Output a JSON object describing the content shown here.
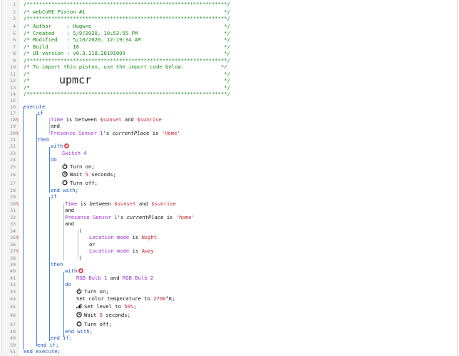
{
  "editor": {
    "lines": [
      {
        "n": "1",
        "text": "/*****************************************************************/"
      },
      {
        "n": "2",
        "text": "/* webCoRE Piston #1                                             */"
      },
      {
        "n": "3",
        "text": "/*****************************************************************/"
      },
      {
        "n": "4",
        "text": "/* Author     : Hugw<e                                           */"
      },
      {
        "n": "5",
        "text": "/* Created    : 5/9/2020, 10:53:55 PM                            */"
      },
      {
        "n": "6",
        "text": "/* Modified   : 5/10/2020, 12:19:34 AM                           */"
      },
      {
        "n": "7",
        "text": "/* Build      : 18                                               */"
      },
      {
        "n": "8",
        "text": "/* UI version : v0.3.110.20191009                                */"
      },
      {
        "n": "9",
        "text": "/*****************************************************************/"
      },
      {
        "n": "10",
        "text": "/* To import this piston, use the import code below:            */"
      },
      {
        "n": "11",
        "text": "/*                                                               */"
      },
      {
        "n": "12",
        "text": "/*                                                               */"
      },
      {
        "n": "13",
        "text": "/*                                                               */"
      },
      {
        "n": "14",
        "text": "/*****************************************************************/"
      },
      {
        "n": "15"
      },
      {
        "n": "16"
      },
      {
        "n": "17"
      },
      {
        "n": "18"
      },
      {
        "n": "19"
      },
      {
        "n": "20"
      },
      {
        "n": "21"
      },
      {
        "n": "22"
      },
      {
        "n": "23"
      },
      {
        "n": "24"
      },
      {
        "n": "25"
      },
      {
        "n": "26"
      },
      {
        "n": "27"
      },
      {
        "n": "28"
      },
      {
        "n": "29"
      },
      {
        "n": "30"
      },
      {
        "n": "31"
      },
      {
        "n": "32"
      },
      {
        "n": "33"
      },
      {
        "n": "34"
      },
      {
        "n": "35"
      },
      {
        "n": "36"
      },
      {
        "n": "37"
      },
      {
        "n": "38"
      },
      {
        "n": "39"
      },
      {
        "n": "40"
      },
      {
        "n": "41"
      },
      {
        "n": "42"
      },
      {
        "n": "43"
      },
      {
        "n": "44"
      },
      {
        "n": "45"
      },
      {
        "n": "46"
      },
      {
        "n": "47"
      },
      {
        "n": "48"
      },
      {
        "n": "49"
      },
      {
        "n": "50"
      },
      {
        "n": "51"
      }
    ],
    "import_code": "upmcr",
    "t": {
      "execute": "execute",
      "if": "if",
      "and": "and",
      "or": "or",
      "then": "then",
      "with": "with",
      "do": "do",
      "end_with": "end with;",
      "end_if": "end if;",
      "end_execute": "end execute;",
      "time": "Time",
      "is_between": " is between ",
      "sunset": "$sunset",
      "sunrise": "$sunrise",
      "and_sp": " and ",
      "presence1": "Presence Sensor 1",
      "s": "'s ",
      "currentPlace": "currentPlace",
      "is": " is ",
      "home1": "'Home'",
      "home2": "'home'",
      "switch4": "Switch 4",
      "turn_on": "Turn on;",
      "wait": "Wait ",
      "five": "5",
      "seconds": " seconds;",
      "turn_off": "Turn off;",
      "paren_open": "(",
      "paren_close": ")",
      "location_mode": "Location mode",
      "night": "Night",
      "away": "Away",
      "rgb1": "RGB Bulb 1",
      "rgb2": "RGB Bulb 2",
      "set_color_temp": "Set color temperature to ",
      "temp": "2700",
      "kelvin": "°K;",
      "set_level": "Set level to ",
      "level": "50%",
      ";": ";"
    },
    "gutter_marker": "↯"
  }
}
